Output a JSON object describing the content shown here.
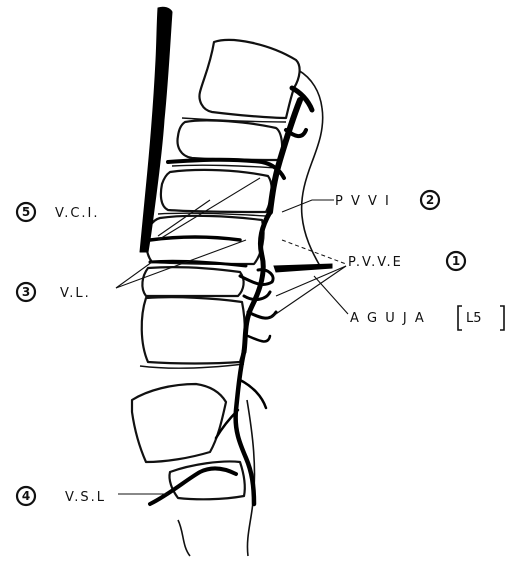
{
  "labels": {
    "vci": {
      "text": "V.C.I.",
      "num": "5"
    },
    "vl": {
      "text": "V.L.",
      "num": "3"
    },
    "vsl": {
      "text": "V.S.L",
      "num": "4"
    },
    "pvvi": {
      "text": "P V V I",
      "num": "2"
    },
    "pvve": {
      "text": "P.V.V.E",
      "num": "1"
    },
    "aguja": {
      "text": "A G U J A",
      "bracket_text": "L5"
    }
  }
}
